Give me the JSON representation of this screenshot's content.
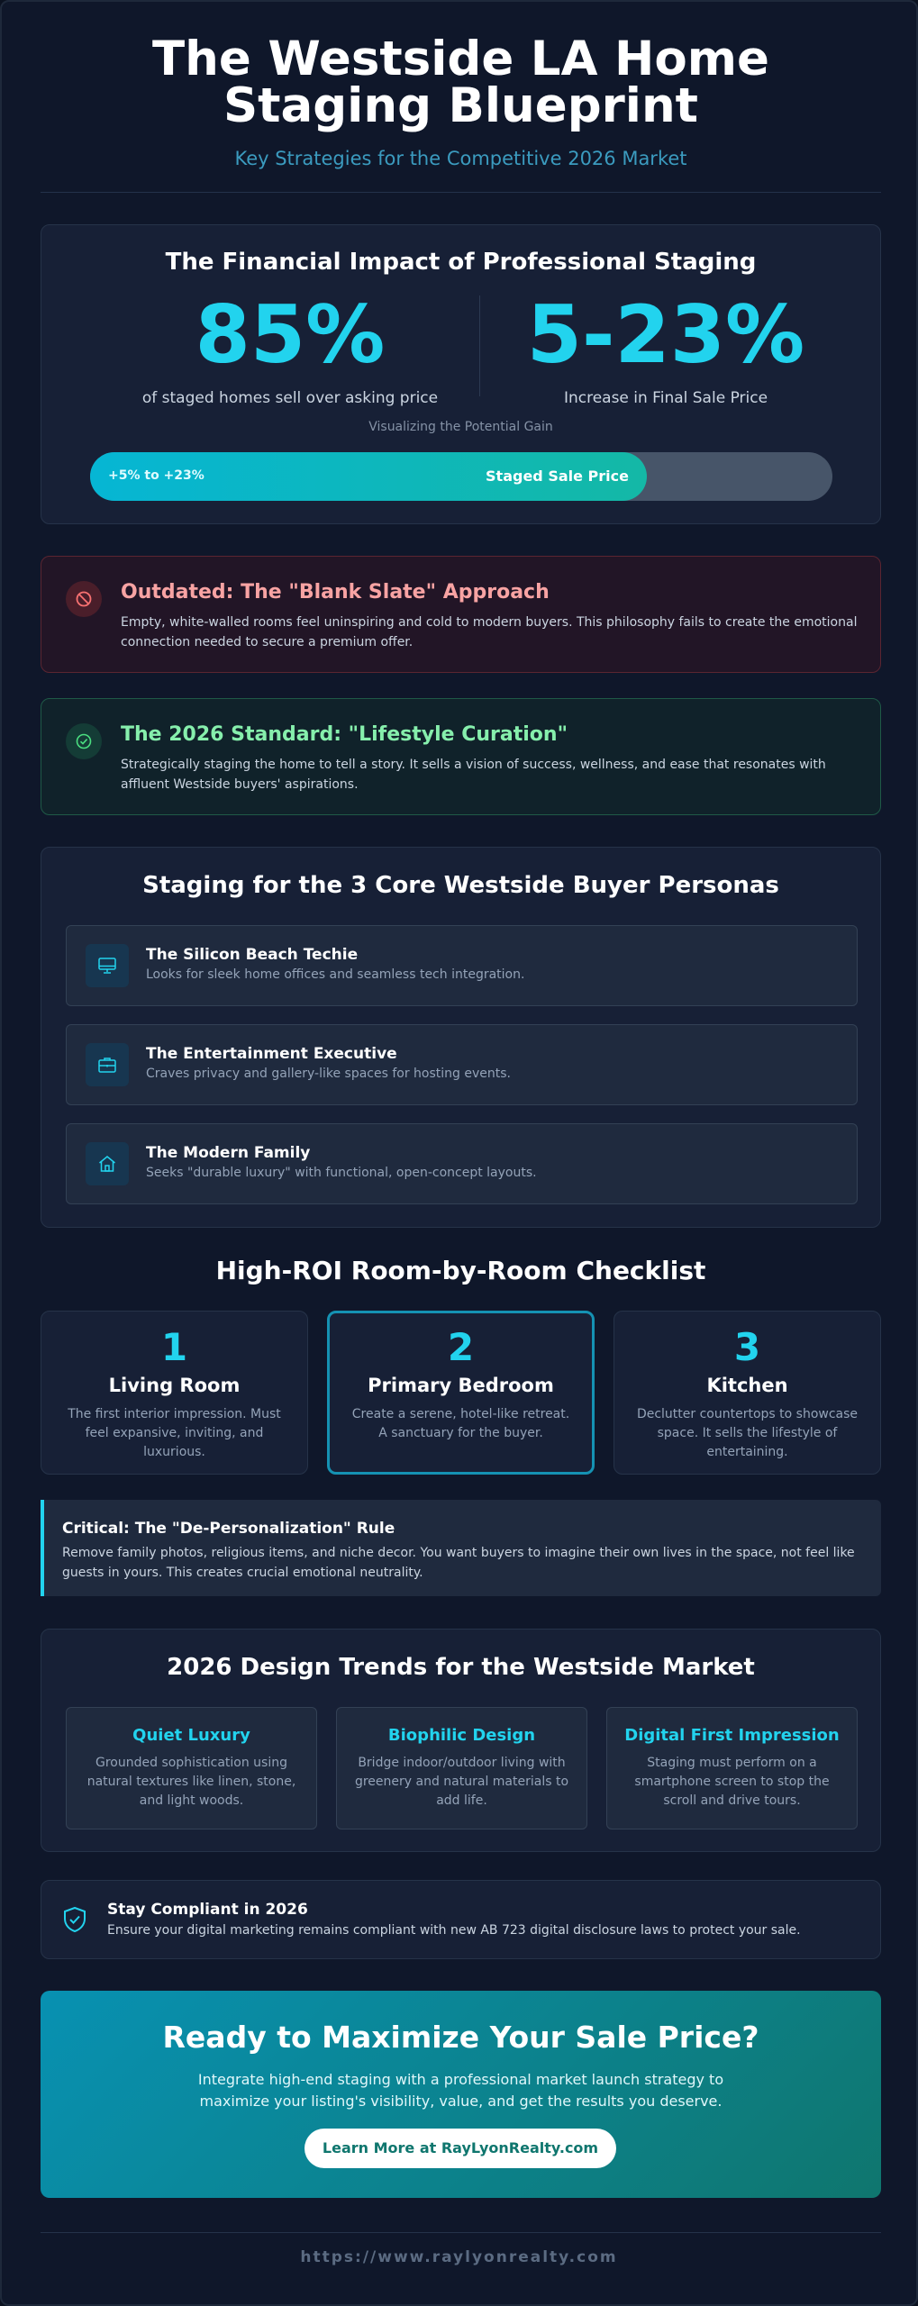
{
  "header": {
    "title": "The Westside LA Home Staging Blueprint",
    "subtitle": "Key Strategies for the Competitive 2026 Market"
  },
  "financial": {
    "heading": "The Financial Impact of Professional Staging",
    "stat1_value": "85%",
    "stat1_label": "of staged homes sell over asking price",
    "stat2_value": "5-23%",
    "stat2_label": "Increase in Final Sale Price",
    "viz_caption": "Visualizing the Potential Gain",
    "bar_left_label": "+5% to +23%",
    "bar_right_label": "Staged Sale Price",
    "bar_fill_fraction": 0.75,
    "bar_colors": {
      "start": "#06b6d4",
      "end": "#14b8a6",
      "track": "#475569"
    }
  },
  "outdated": {
    "icon": "prohibited-icon",
    "title": "Outdated: The \"Blank Slate\" Approach",
    "text": "Empty, white-walled rooms feel uninspiring and cold to modern buyers. This philosophy fails to create the emotional connection needed to secure a premium offer."
  },
  "standard": {
    "icon": "check-circle-icon",
    "title": "The 2026 Standard: \"Lifestyle Curation\"",
    "text": "Strategically staging the home to tell a story. It sells a vision of success, wellness, and ease that resonates with affluent Westside buyers' aspirations."
  },
  "personas": {
    "heading": "Staging for the 3 Core Westside Buyer Personas",
    "items": [
      {
        "icon": "monitor-icon",
        "name": "The Silicon Beach Techie",
        "desc": "Looks for sleek home offices and seamless tech integration."
      },
      {
        "icon": "briefcase-icon",
        "name": "The Entertainment Executive",
        "desc": "Craves privacy and gallery-like spaces for hosting events."
      },
      {
        "icon": "home-icon",
        "name": "The Modern Family",
        "desc": "Seeks \"durable luxury\" with functional, open-concept layouts."
      }
    ]
  },
  "checklist": {
    "heading": "High-ROI Room-by-Room Checklist",
    "rooms": [
      {
        "num": "1",
        "name": "Living Room",
        "desc": "The first interior impression. Must feel expansive, inviting, and luxurious."
      },
      {
        "num": "2",
        "name": "Primary Bedroom",
        "desc": "Create a serene, hotel-like retreat. A sanctuary for the buyer."
      },
      {
        "num": "3",
        "name": "Kitchen",
        "desc": "Declutter countertops to showcase space. It sells the lifestyle of entertaining."
      }
    ]
  },
  "critical": {
    "title": "Critical: The \"De-Personalization\" Rule",
    "text": "Remove family photos, religious items, and niche decor. You want buyers to imagine their own lives in the space, not feel like guests in yours. This creates crucial emotional neutrality."
  },
  "trends": {
    "heading": "2026 Design Trends for the Westside Market",
    "items": [
      {
        "name": "Quiet Luxury",
        "desc": "Grounded sophistication using natural textures like linen, stone, and light woods."
      },
      {
        "name": "Biophilic Design",
        "desc": "Bridge indoor/outdoor living with greenery and natural materials to add life."
      },
      {
        "name": "Digital First Impression",
        "desc": "Staging must perform on a smartphone screen to stop the scroll and drive tours."
      }
    ]
  },
  "compliance": {
    "icon": "shield-check-icon",
    "title": "Stay Compliant in 2026",
    "text": "Ensure your digital marketing remains compliant with new AB 723 digital disclosure laws to protect your sale."
  },
  "cta": {
    "heading": "Ready to Maximize Your Sale Price?",
    "text": "Integrate high-end staging with a professional market launch strategy to maximize your listing's visibility, value, and get the results you deserve.",
    "button": "Learn More at RayLyonRealty.com"
  },
  "footer": {
    "url": "https://www.raylyonrealty.com"
  }
}
